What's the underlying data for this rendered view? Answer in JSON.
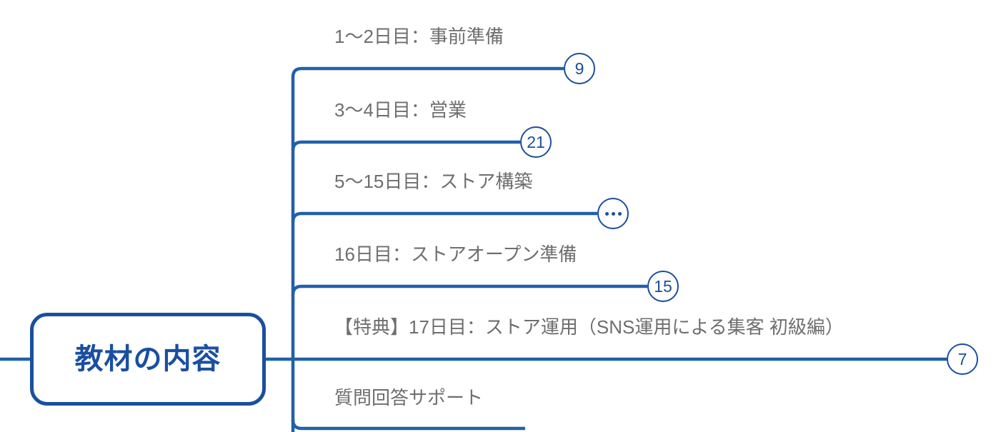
{
  "diagram": {
    "type": "mindmap",
    "orientation": "left-to-right",
    "colors": {
      "line": "#2160ab",
      "root_border": "#1a4fa0",
      "root_text": "#1a4fa0",
      "branch_text": "#6e6e6e",
      "badge_border": "#1a4fa0",
      "badge_text": "#1a4fa0",
      "background": "#ffffff"
    },
    "root": {
      "label": "教材の内容"
    },
    "branches": [
      {
        "label": "1～2日目：事前準備",
        "badge": "9",
        "badge_type": "count"
      },
      {
        "label": "3～4日目：営業",
        "badge": "21",
        "badge_type": "count"
      },
      {
        "label": "5～15日目：ストア構築",
        "badge": "…",
        "badge_type": "ellipsis"
      },
      {
        "label": "16日目：ストアオープン準備",
        "badge": "15",
        "badge_type": "count"
      },
      {
        "label": "【特典】17日目：ストア運用（SNS運用による集客 初級編）",
        "badge": "7",
        "badge_type": "count"
      },
      {
        "label": "質問回答サポート",
        "badge": "",
        "badge_type": "none"
      }
    ]
  }
}
